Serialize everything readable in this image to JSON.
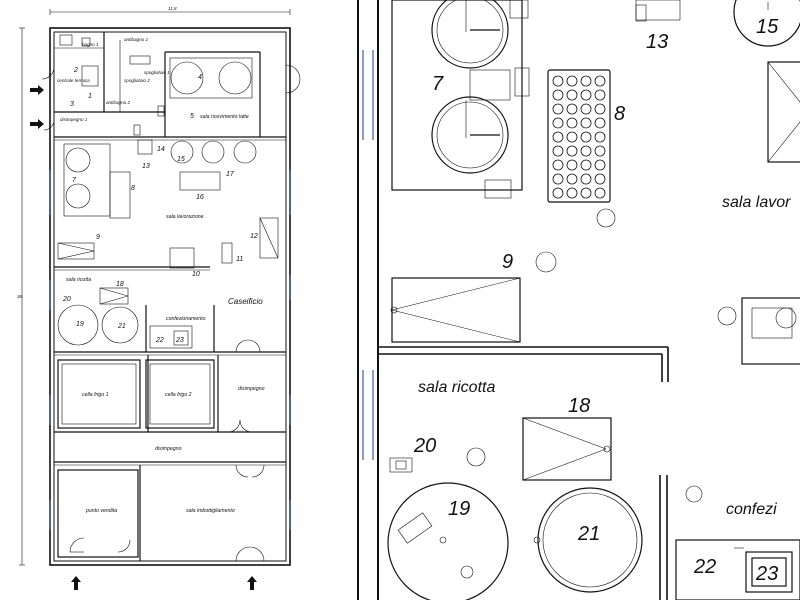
{
  "plan": {
    "dimension_width": "11,8",
    "dimension_height": "36",
    "rooms": {
      "bagno1": "bagno 1",
      "antibagno1": "antibagno 1",
      "spogliatoio1": "spogliatoio 1",
      "spogliatoio2": "spogliatoio 2",
      "antibagno2": "antibagno 2",
      "disimpegno1": "disimpegno 1",
      "centrale_termica": "centrale termica",
      "sala_ricevimento": "sala ricevimento latte",
      "sala_lavorazione": "sala lavorazione",
      "sala_ricotta": "sala ricotta",
      "confezionamento": "confezionamento",
      "caseificio": "Caseificio",
      "cella1": "cella frigo 1",
      "cella2": "cella frigo 2",
      "disimpegno_right": "disimpegno",
      "disimpegno_corr": "disimpegno",
      "punto_vendita": "punto vendita",
      "sala_imbottigliamento": "sala imbottigliamento"
    },
    "numbers": [
      "1",
      "2",
      "3",
      "4",
      "5",
      "7",
      "8",
      "9",
      "10",
      "11",
      "12",
      "13",
      "14",
      "15",
      "16",
      "17",
      "18",
      "19",
      "20",
      "21",
      "22",
      "23"
    ]
  },
  "detail": {
    "labels": {
      "sala_lavor": "sala lavor",
      "sala_ricotta": "sala ricotta",
      "confezi": "confezi"
    },
    "numbers": {
      "n13": "13",
      "n15": "15",
      "n7": "7",
      "n8": "8",
      "n9": "9",
      "n18": "18",
      "n20": "20",
      "n19": "19",
      "n21": "21",
      "n22": "22",
      "n23": "23"
    }
  }
}
